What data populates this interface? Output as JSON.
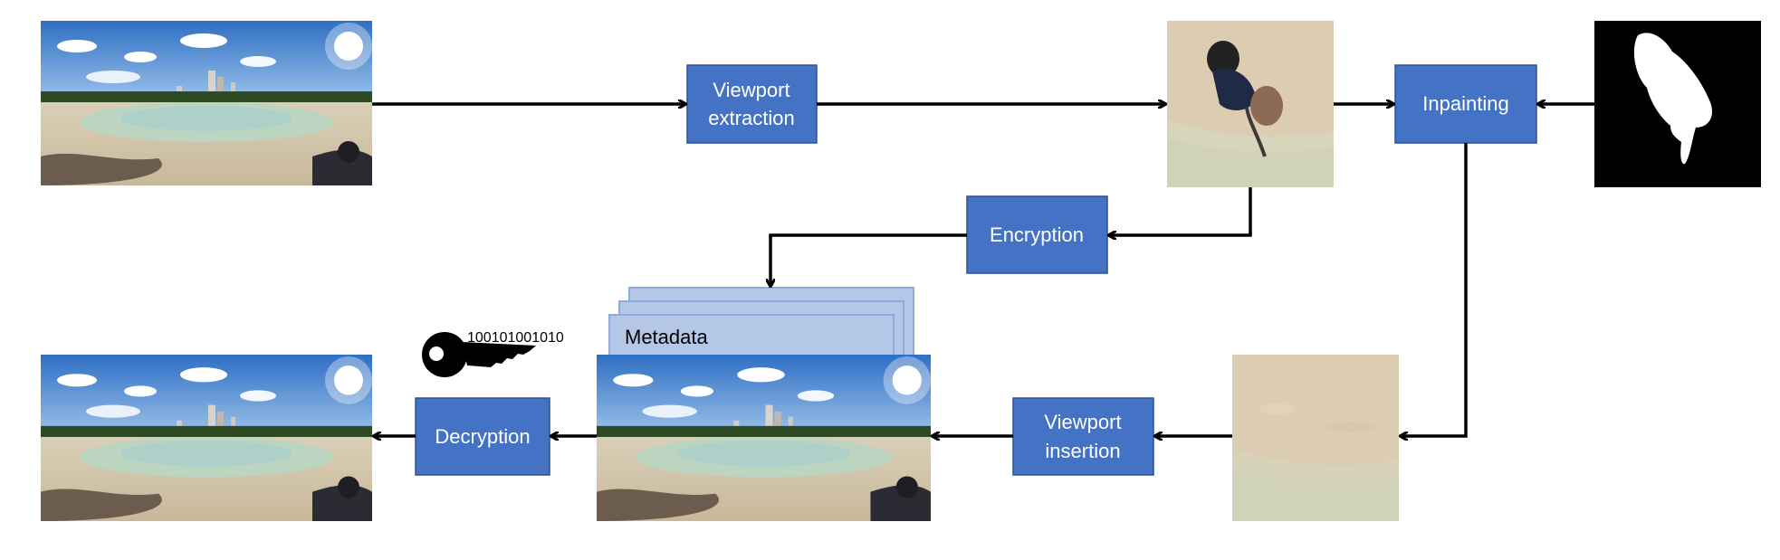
{
  "boxes": {
    "viewport_extraction": [
      "Viewport",
      "extraction"
    ],
    "inpainting": [
      "Inpainting"
    ],
    "encryption": [
      "Encryption"
    ],
    "viewport_insertion": [
      "Viewport",
      "insertion"
    ],
    "decryption": [
      "Decryption"
    ]
  },
  "metadata_label": "Metadata",
  "key_bits": "100101001010",
  "colors": {
    "box_fill": "#4472c4",
    "box_border": "#2f528f",
    "metadata_card": "#b4c7e7",
    "arrow": "#000000"
  },
  "icons": [
    "key-icon"
  ]
}
